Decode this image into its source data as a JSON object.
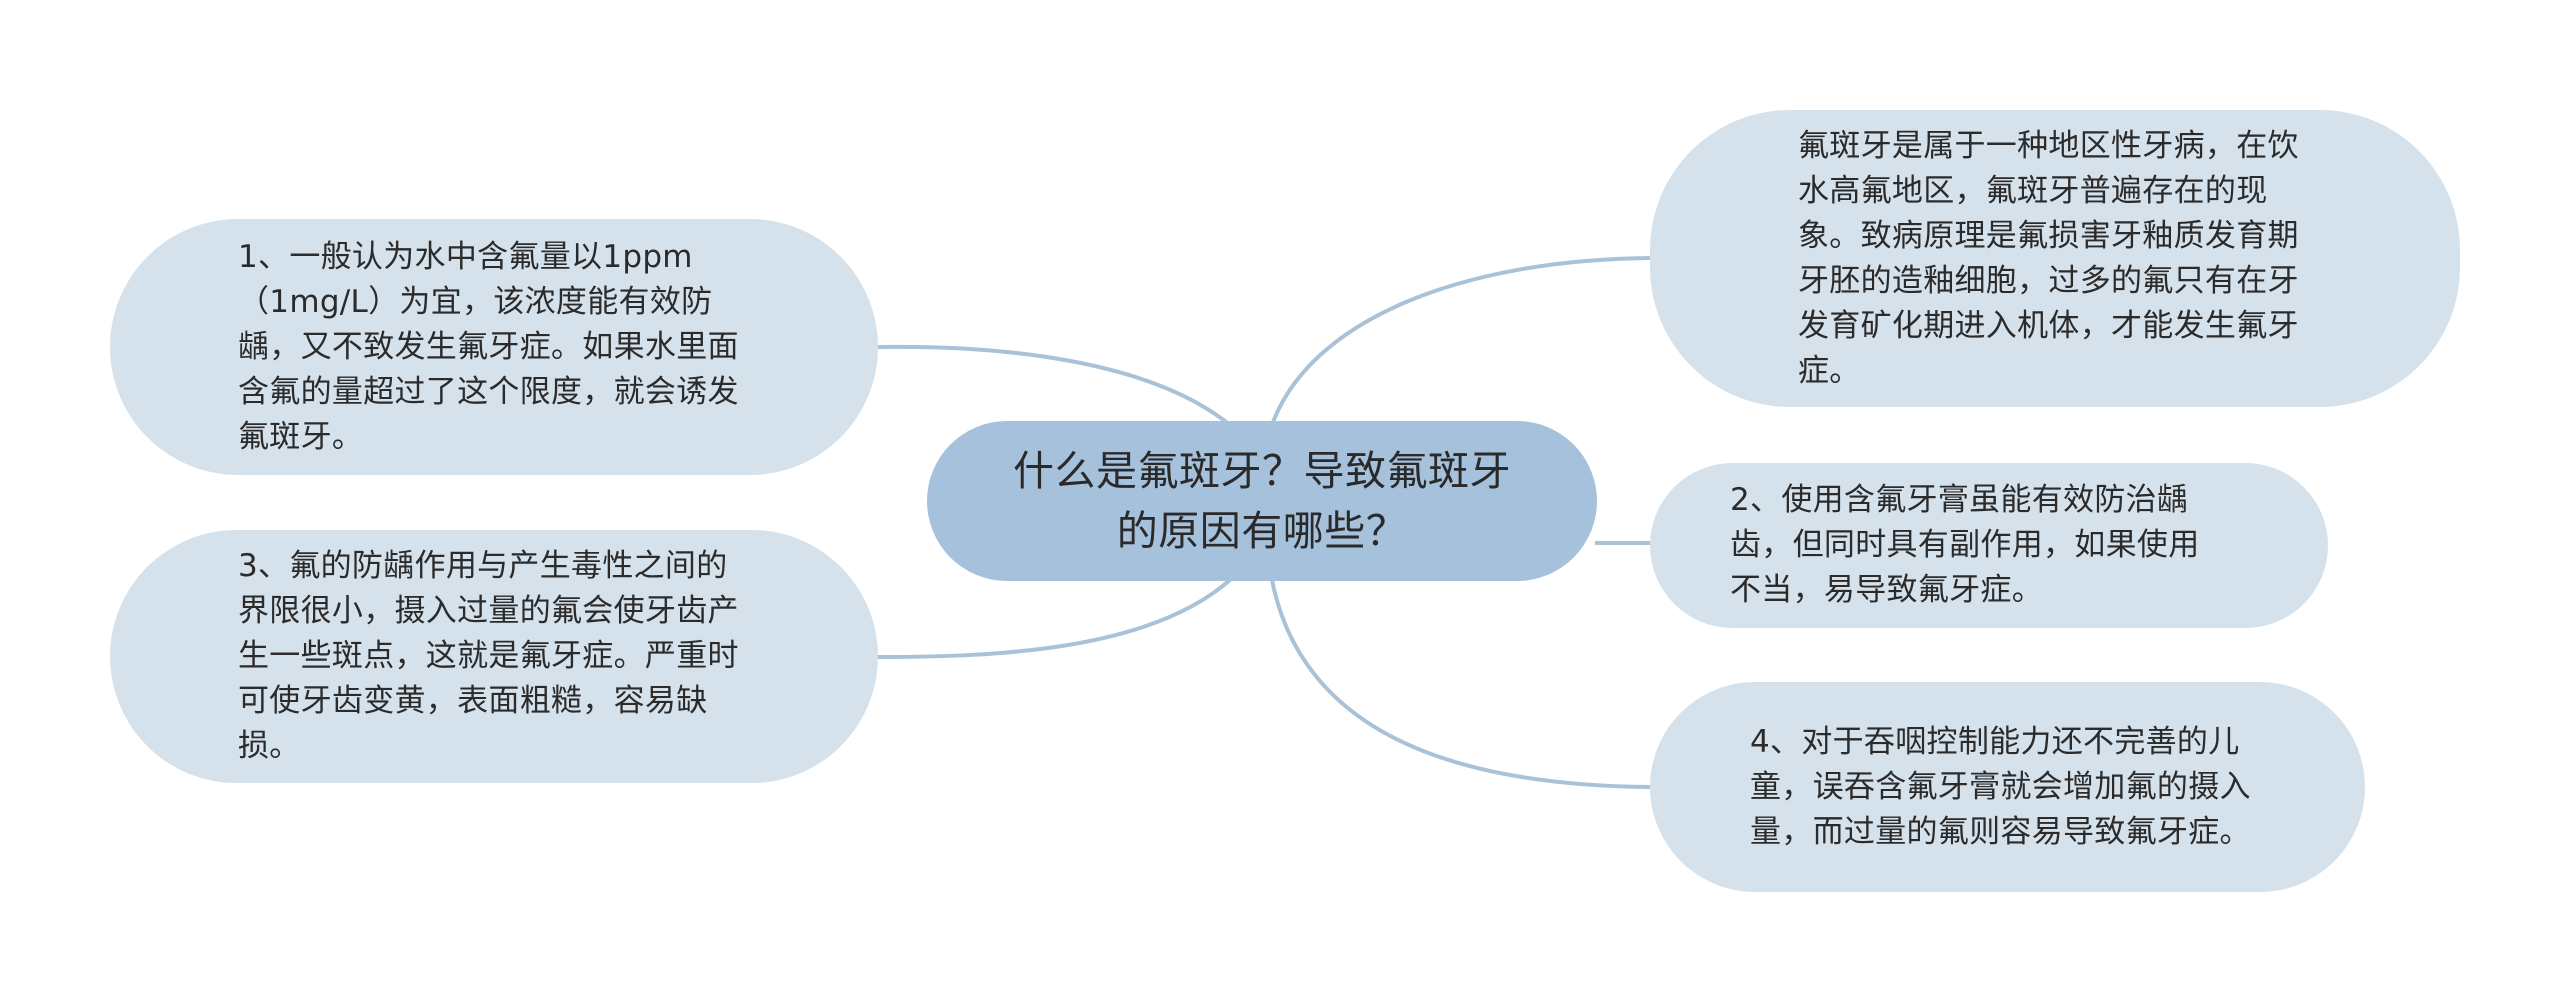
{
  "center": {
    "text": "什么是氟斑牙？导致氟斑牙的原因有哪些？"
  },
  "branches": [
    {
      "text": "1、一般认为水中含氟量以1ppm（1mg/L）为宜，该浓度能有效防龋，又不致发生氟牙症。如果水里面含氟的量超过了这个限度，就会诱发氟斑牙。"
    },
    {
      "text": "3、氟的防龋作用与产生毒性之间的界限很小，摄入过量的氟会使牙齿产生一些斑点，这就是氟牙症。严重时可使牙齿变黄，表面粗糙，容易缺损。"
    },
    {
      "text": "氟斑牙是属于一种地区性牙病，在饮水高氟地区，氟斑牙普遍存在的现象。致病原理是氟损害牙釉质发育期牙胚的造釉细胞，过多的氟只有在牙发育矿化期进入机体，才能发生氟牙症。"
    },
    {
      "text": "2、使用含氟牙膏虽能有效防治龋齿，但同时具有副作用，如果使用不当，易导致氟牙症。"
    },
    {
      "text": "4、对于吞咽控制能力还不完善的儿童，误吞含氟牙膏就会增加氟的摄入量，而过量的氟则容易导致氟牙症。"
    }
  ],
  "colors": {
    "center_fill": "#a6c1dc",
    "branch_fill": "#d6e2eb",
    "connector": "#a9c2d8",
    "text": "#2b2b2b"
  }
}
